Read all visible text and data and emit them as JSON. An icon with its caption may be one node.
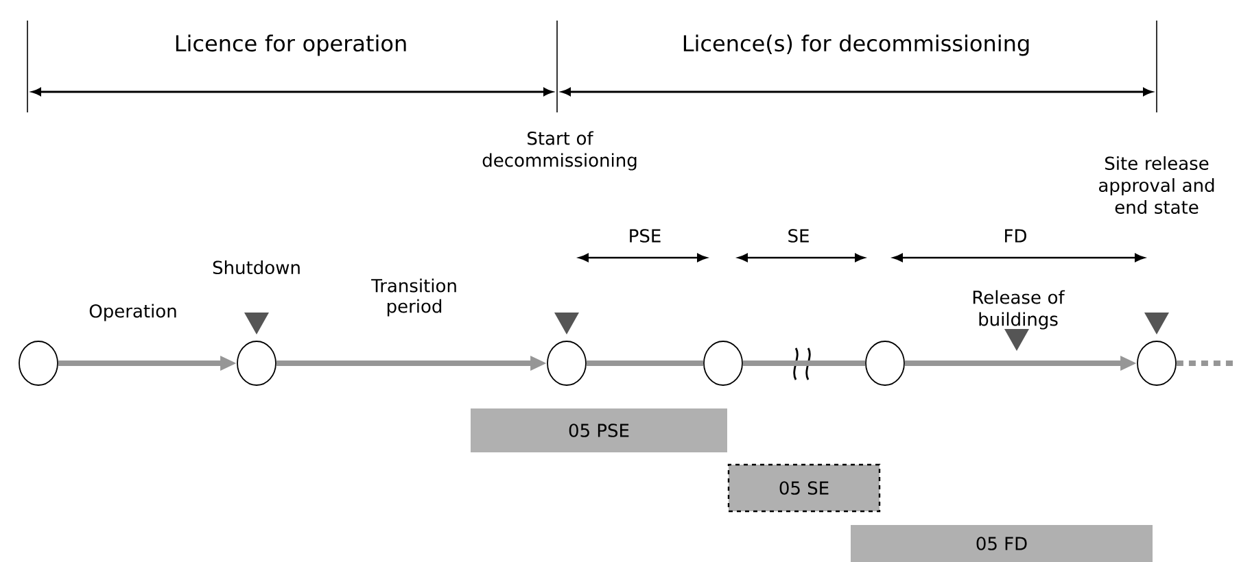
{
  "diagram": {
    "nodes": [
      {
        "text": [],
        "shape": "circle"
      },
      {
        "text": [],
        "shape": "circle",
        "beside": [
          "Shutdown"
        ]
      },
      {
        "text": [],
        "shape": "circle"
      },
      {
        "text": [],
        "shape": "circle"
      },
      {
        "text": [],
        "shape": "circle"
      },
      {
        "text": [],
        "shape": "circle"
      },
      {
        "text": [
          "05 PSE"
        ]
      },
      {
        "text": [
          "05 SE"
        ]
      },
      {
        "text": [
          "05 FD"
        ]
      }
    ],
    "edges": [
      {
        "from": 0,
        "to": 1,
        "arrow": "to",
        "label": "Operation"
      },
      {
        "from": 1,
        "to": 2,
        "arrow": "to",
        "label": "Transition period"
      },
      {
        "from": 2,
        "to": 3,
        "arrow": "none"
      },
      {
        "from": 3,
        "to": 4,
        "arrow": "none"
      },
      {
        "from": 4,
        "to": 5,
        "arrow": "to"
      },
      {
        "from": 5,
        "to": null,
        "arrow": "none",
        "style": "dashed"
      }
    ],
    "labels": [
      "Licence for operation",
      "Licence(s) for decommissioning",
      "Start of decommissioning",
      "Site release approval and end state",
      "PSE",
      "SE",
      "FD",
      "Release of buildings"
    ]
  }
}
